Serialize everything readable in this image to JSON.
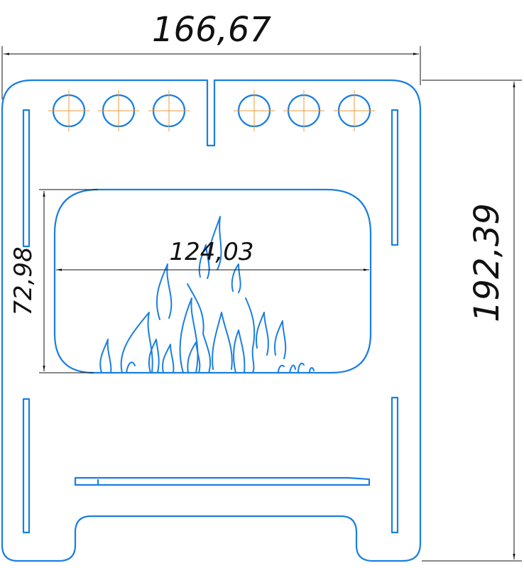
{
  "drawing": {
    "dimensions": {
      "overall_width": "166,67",
      "overall_height": "192,39",
      "window_width": "124,03",
      "window_height": "72,98"
    },
    "holes_count": 6,
    "colors": {
      "part_outline": "#1a7fe0",
      "dimension_lines": "#111111",
      "center_marks": "#f39a3a"
    }
  }
}
